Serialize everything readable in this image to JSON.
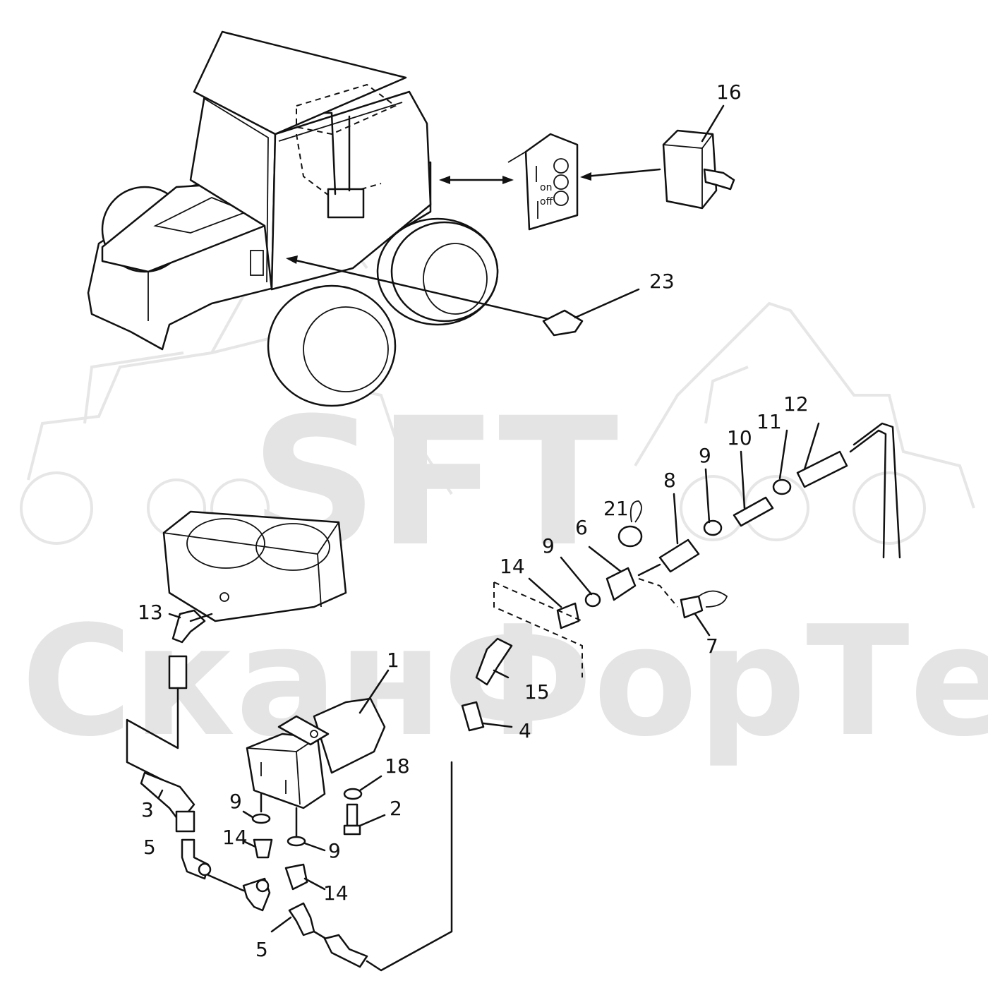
{
  "watermark": {
    "logo": "SFT",
    "text": "СканФорТек"
  },
  "callouts": [
    {
      "id": "c16",
      "text": "16"
    },
    {
      "id": "c23",
      "text": "23"
    },
    {
      "id": "c12",
      "text": "12"
    },
    {
      "id": "c11",
      "text": "11"
    },
    {
      "id": "c10",
      "text": "10"
    },
    {
      "id": "c9a",
      "text": "9"
    },
    {
      "id": "c8",
      "text": "8"
    },
    {
      "id": "c21",
      "text": "21"
    },
    {
      "id": "c6",
      "text": "6"
    },
    {
      "id": "c9b",
      "text": "9"
    },
    {
      "id": "c14a",
      "text": "14"
    },
    {
      "id": "c7",
      "text": "7"
    },
    {
      "id": "c13",
      "text": "13"
    },
    {
      "id": "c1",
      "text": "1"
    },
    {
      "id": "c15",
      "text": "15"
    },
    {
      "id": "c4",
      "text": "4"
    },
    {
      "id": "c18",
      "text": "18"
    },
    {
      "id": "c2",
      "text": "2"
    },
    {
      "id": "c3",
      "text": "3"
    },
    {
      "id": "c9c",
      "text": "9"
    },
    {
      "id": "c14b",
      "text": "14"
    },
    {
      "id": "c5a",
      "text": "5"
    },
    {
      "id": "c9d",
      "text": "9"
    },
    {
      "id": "c14c",
      "text": "14"
    },
    {
      "id": "c5b",
      "text": "5"
    }
  ],
  "switch_panel": {
    "on_label": "on",
    "off_label": "off"
  }
}
